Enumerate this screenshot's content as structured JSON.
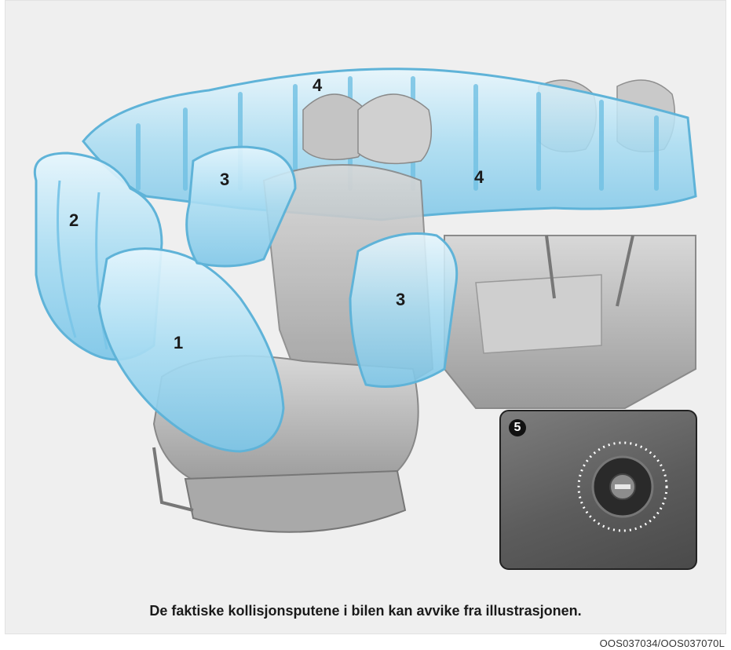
{
  "labels": {
    "front_airbag": "1",
    "driver_knee_airbag": "2",
    "side_airbag_rear": "3",
    "side_airbag_front": "3",
    "curtain_front": "4",
    "curtain_rear": "4"
  },
  "inset": {
    "number": "5"
  },
  "caption": "De faktiske kollisjonsputene i bilen kan avvike fra illustrasjonen.",
  "image_code": "OOS037034/OOS037070L",
  "colors": {
    "airbag": "#a8dcf2",
    "airbag_edge": "#5fb3d8",
    "seat": "#b9b9b9",
    "background": "#efefef"
  }
}
